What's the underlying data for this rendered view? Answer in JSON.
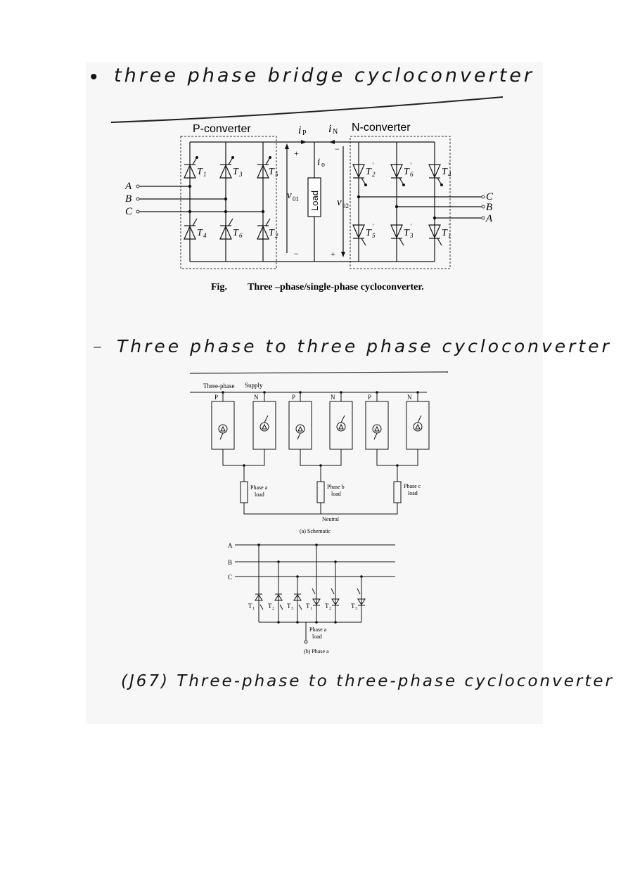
{
  "heading1": {
    "bullet": "•",
    "text": "three phase bridge cycloconverter"
  },
  "figure1": {
    "p_converter": "P-converter",
    "n_converter": "N-converter",
    "ip": "i",
    "ip_sub": "P",
    "in": "i",
    "in_sub": "N",
    "io": "i",
    "io_sub": "o",
    "vo1": "v",
    "vo1_sub": "01",
    "vo2": "v",
    "vo2_sub": "02",
    "load": "Load",
    "plus": "+",
    "minus": "−",
    "inputs_left": [
      "A",
      "B",
      "C"
    ],
    "inputs_right": [
      "C",
      "B",
      "A"
    ],
    "p_thyristors": [
      "T",
      "T",
      "T",
      "T",
      "T",
      "T"
    ],
    "p_subs": [
      "1",
      "3",
      "5",
      "4",
      "6",
      "2"
    ],
    "n_subs": [
      "2",
      "6",
      "4",
      "5",
      "3",
      "1"
    ],
    "prime": "'",
    "caption_fig": "Fig.",
    "caption_text": "Three –phase/single-phase cycloconverter."
  },
  "heading2": {
    "dash": "–",
    "text": "Three phase to three phase cycloconverter"
  },
  "figure2": {
    "supply_a": "Three-phase",
    "supply_b": "Supply",
    "pn_labels": [
      "P",
      "N",
      "P",
      "N",
      "P",
      "N"
    ],
    "phase_loads": [
      {
        "l1": "Phase a",
        "l2": "load"
      },
      {
        "l1": "Phase b",
        "l2": "load"
      },
      {
        "l1": "Phase c",
        "l2": "load"
      }
    ],
    "neutral": "Neutral",
    "caption": "(a) Schematic"
  },
  "figure3": {
    "lines": [
      "A",
      "B",
      "C"
    ],
    "thyristors": [
      "T",
      "T",
      "T",
      "T",
      "T",
      "T"
    ],
    "subs": [
      "1",
      "2",
      "3",
      "1",
      "2",
      "3"
    ],
    "load_l1": "Phase a",
    "load_l2": "load",
    "caption": "(b) Phase a"
  },
  "footer": {
    "text": "(J67)  Three-phase to three-phase cycloconverter"
  }
}
